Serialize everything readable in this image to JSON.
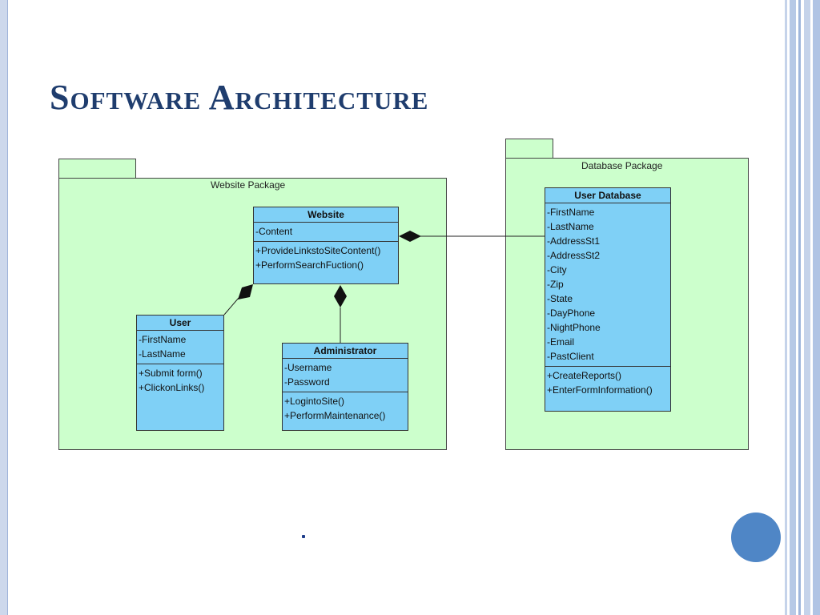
{
  "slide": {
    "title": "Software Architecture"
  },
  "website_package": {
    "label": "Website Package",
    "classes": {
      "website": {
        "name": "Website",
        "attributes": [
          "-Content"
        ],
        "operations": [
          "+ProvideLinkstoSiteContent()",
          "+PerformSearchFuction()"
        ]
      },
      "user": {
        "name": "User",
        "attributes": [
          "-FirstName",
          "-LastName"
        ],
        "operations": [
          "+Submit form()",
          "+ClickonLinks()"
        ]
      },
      "administrator": {
        "name": "Administrator",
        "attributes": [
          "-Username",
          "-Password"
        ],
        "operations": [
          "+LogintoSite()",
          "+PerformMaintenance()"
        ]
      }
    }
  },
  "database_package": {
    "label": "Database Package",
    "classes": {
      "user_database": {
        "name": "User Database",
        "attributes": [
          "-FirstName",
          "-LastName",
          "-AddressSt1",
          "-AddressSt2",
          "-City",
          "-Zip",
          "-State",
          "-DayPhone",
          "-NightPhone",
          "-Email",
          "-PastClient"
        ],
        "operations": [
          "+CreateReports()",
          "+EnterFormInformation()"
        ]
      }
    }
  },
  "colors": {
    "title": "#1f3d6e",
    "package_fill": "#ccffcc",
    "class_fill": "#7fd0f6",
    "accent_circle": "#4f86c6"
  }
}
